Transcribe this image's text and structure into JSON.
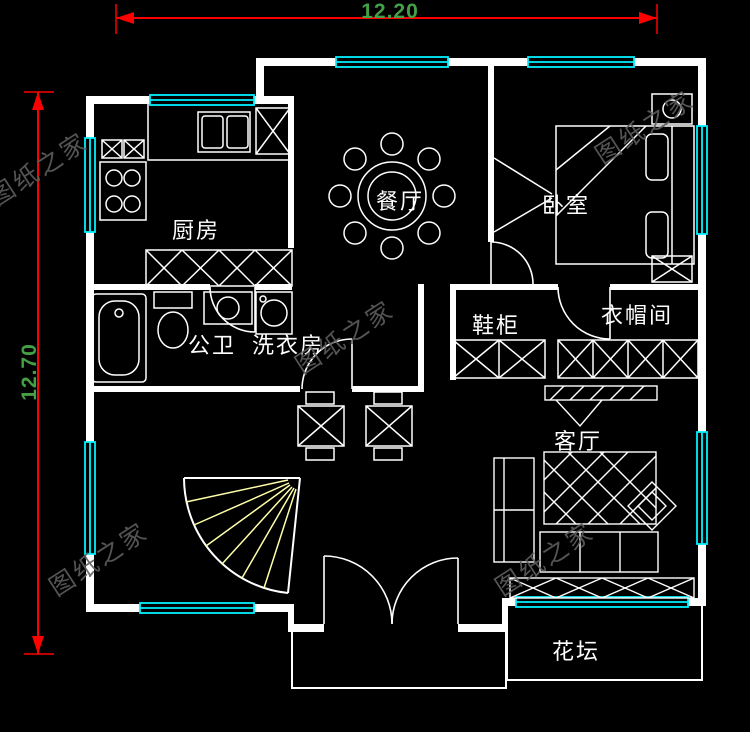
{
  "dimensions": {
    "top": {
      "label": "12.20"
    },
    "left": {
      "label": "12.70"
    },
    "line_color": "#ff0000",
    "text_color": "#44a044"
  },
  "rooms": {
    "kitchen": {
      "label": "厨房"
    },
    "dining": {
      "label": "餐厅"
    },
    "bedroom": {
      "label": "卧室"
    },
    "shoe_cabinet": {
      "label": "鞋柜"
    },
    "cloakroom": {
      "label": "衣帽间"
    },
    "bathroom": {
      "label": "公卫"
    },
    "laundry": {
      "label": "洗衣房"
    },
    "living_room": {
      "label": "客厅"
    },
    "flower_bed": {
      "label": "花坛"
    }
  },
  "watermark": {
    "text": "图纸之家",
    "color": "#5e5e5e"
  },
  "colors": {
    "wall": "#ffffff",
    "window": "#00f0ff",
    "stairs": "#ffffaa",
    "background": "#000000"
  }
}
